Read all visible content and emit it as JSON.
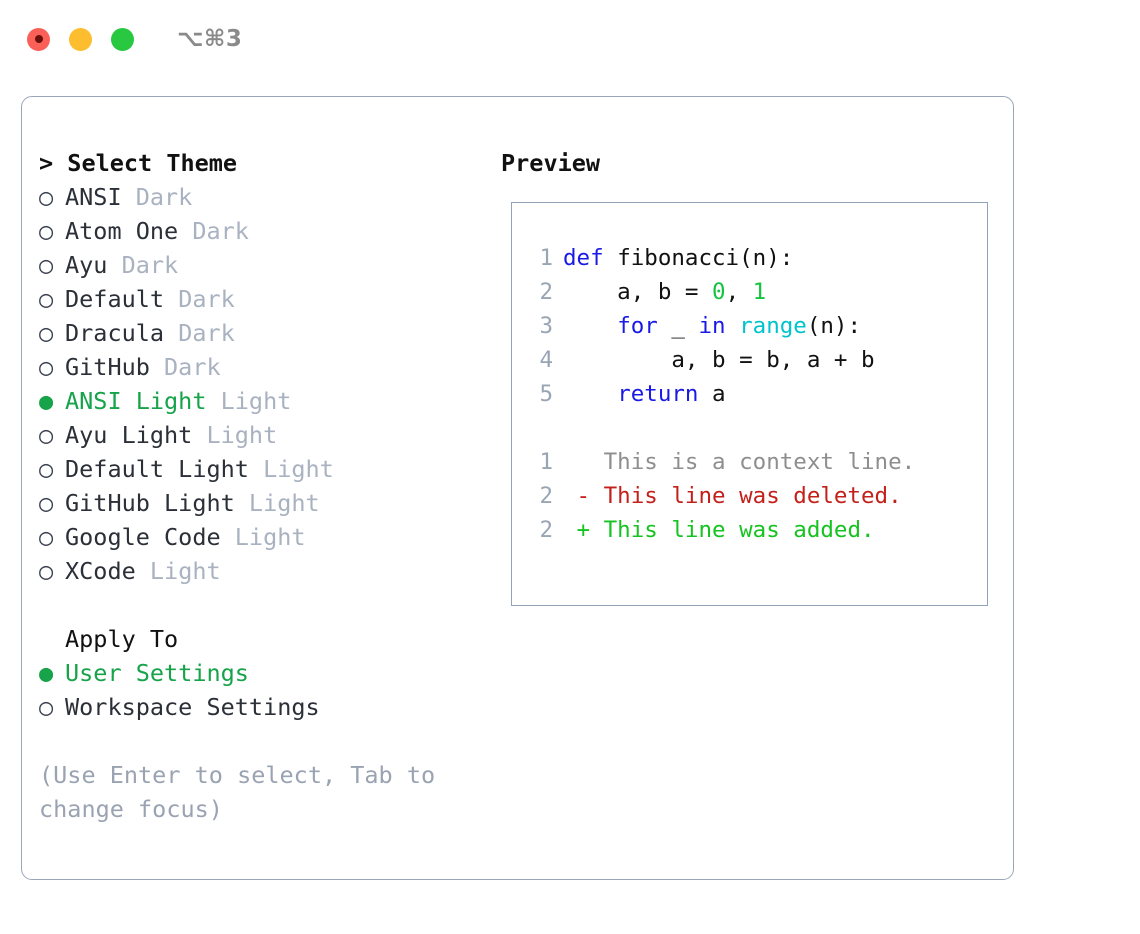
{
  "titlebar": {
    "shortcut": "⌥⌘3",
    "traffic_lights": [
      "close",
      "minimize",
      "maximize"
    ]
  },
  "theme_panel": {
    "title": "> Select Theme",
    "prompt": ">",
    "bullet_selected": "●",
    "bullet_unselected": "○",
    "selected_color": "#16a34a",
    "items": [
      {
        "name": "ANSI",
        "variant": "Dark",
        "selected": false
      },
      {
        "name": "Atom One",
        "variant": "Dark",
        "selected": false
      },
      {
        "name": "Ayu",
        "variant": "Dark",
        "selected": false
      },
      {
        "name": "Default",
        "variant": "Dark",
        "selected": false
      },
      {
        "name": "Dracula",
        "variant": "Dark",
        "selected": false
      },
      {
        "name": "GitHub",
        "variant": "Dark",
        "selected": false
      },
      {
        "name": "ANSI Light",
        "variant": "Light",
        "selected": true
      },
      {
        "name": "Ayu Light",
        "variant": "Light",
        "selected": false
      },
      {
        "name": "Default Light",
        "variant": "Light",
        "selected": false
      },
      {
        "name": "GitHub Light",
        "variant": "Light",
        "selected": false
      },
      {
        "name": "Google Code",
        "variant": "Light",
        "selected": false
      },
      {
        "name": "XCode",
        "variant": "Light",
        "selected": false
      }
    ]
  },
  "apply_to": {
    "label": "Apply To",
    "options": [
      {
        "label": "User Settings",
        "selected": true
      },
      {
        "label": "Workspace Settings",
        "selected": false
      }
    ]
  },
  "hint": "(Use Enter to select, Tab to change focus)",
  "preview": {
    "title": "Preview",
    "code": [
      {
        "n": "1",
        "tokens": [
          {
            "t": "def ",
            "c": "kw"
          },
          {
            "t": "fibonacci(n):",
            "c": "txt"
          }
        ]
      },
      {
        "n": "2",
        "tokens": [
          {
            "t": "    a, b = ",
            "c": "txt"
          },
          {
            "t": "0",
            "c": "num"
          },
          {
            "t": ", ",
            "c": "txt"
          },
          {
            "t": "1",
            "c": "num"
          }
        ]
      },
      {
        "n": "3",
        "tokens": [
          {
            "t": "    ",
            "c": "txt"
          },
          {
            "t": "for",
            "c": "kw"
          },
          {
            "t": " _ ",
            "c": "txt"
          },
          {
            "t": "in",
            "c": "kw"
          },
          {
            "t": " ",
            "c": "txt"
          },
          {
            "t": "range",
            "c": "fn"
          },
          {
            "t": "(n):",
            "c": "txt"
          }
        ]
      },
      {
        "n": "4",
        "tokens": [
          {
            "t": "        a, b = b, a + b",
            "c": "txt"
          }
        ]
      },
      {
        "n": "5",
        "tokens": [
          {
            "t": "    ",
            "c": "txt"
          },
          {
            "t": "return",
            "c": "kw"
          },
          {
            "t": " a",
            "c": "txt"
          }
        ]
      }
    ],
    "diff": [
      {
        "n": "1",
        "marker": "  ",
        "text": "This is a context line.",
        "kind": "ctx"
      },
      {
        "n": "2",
        "marker": "- ",
        "text": "This line was deleted.",
        "kind": "del"
      },
      {
        "n": "2",
        "marker": "+ ",
        "text": "This line was added.",
        "kind": "add"
      }
    ]
  }
}
